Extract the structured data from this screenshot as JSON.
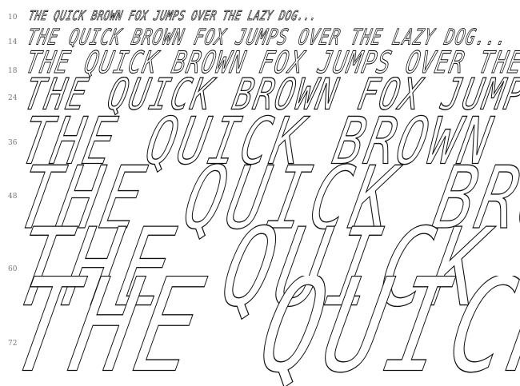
{
  "sample_text": "THE QUICK BROWN FOX JUMPS OVER THE LAZY DOG...",
  "rows": [
    {
      "size_label": "10"
    },
    {
      "size_label": "14"
    },
    {
      "size_label": "18"
    },
    {
      "size_label": "24"
    },
    {
      "size_label": "36"
    },
    {
      "size_label": "48"
    },
    {
      "size_label": "60"
    },
    {
      "size_label": "72"
    }
  ],
  "colors": {
    "background": "#ffffff",
    "glyph_outline": "#111111",
    "size_label": "#777777"
  }
}
